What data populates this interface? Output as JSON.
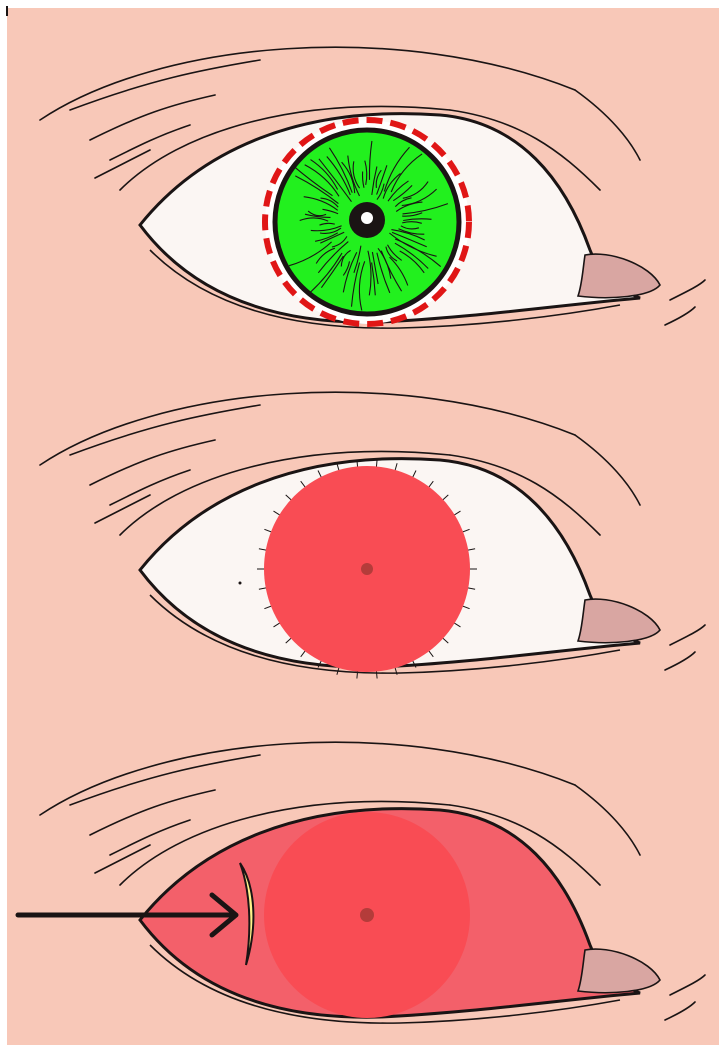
{
  "colors": {
    "skin": "#f8c8b8",
    "sclera": "#fbf6f3",
    "outline": "#1a1414",
    "caruncle": "#d9a6a2",
    "iris_green": "#22f01e",
    "limbus_dash": "#e01616",
    "red_disc": "#f94c54",
    "red_conjunctiva": "#f3606a",
    "pupil_dot": "#b43c3a",
    "arrow": "#1a1414",
    "arrow_crescent": "#fff38a"
  },
  "panels": [
    {
      "id": "normal-eye",
      "iris": "green-iris-with-dashed-red-limbus"
    },
    {
      "id": "red-iris-eye",
      "iris": "red-disc-with-radial-ticks"
    },
    {
      "id": "inflamed-eye",
      "iris": "red-disc-on-red-conjunctiva",
      "pointer": "arrow-to-crescent"
    }
  ]
}
